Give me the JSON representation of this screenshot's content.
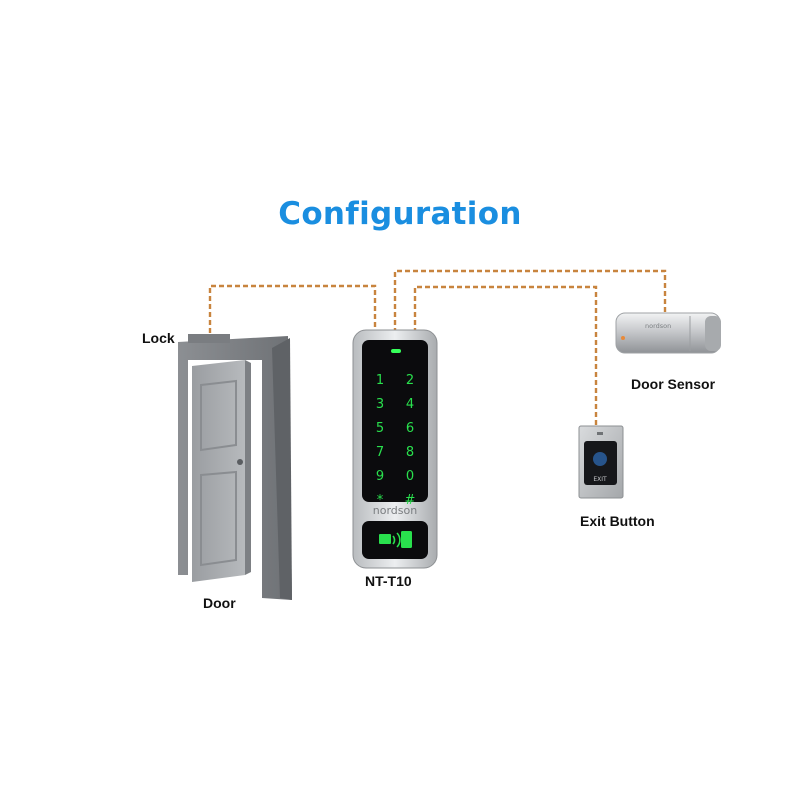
{
  "diagram": {
    "title": "Configuration",
    "title_color": "#1a8ee0",
    "wire_color": "#c8843e",
    "devices": {
      "lock": {
        "label": "Lock"
      },
      "door": {
        "label": "Door"
      },
      "reader": {
        "label": "NT-T10",
        "brand": "nordson",
        "keypad": [
          "1",
          "2",
          "3",
          "4",
          "5",
          "6",
          "7",
          "8",
          "9",
          "0",
          "*",
          "#"
        ],
        "key_color": "#29e04d"
      },
      "door_sensor": {
        "label": "Door Sensor",
        "brand": "nordson"
      },
      "exit_button": {
        "label": "Exit Button",
        "caption": "EXIT"
      }
    }
  }
}
